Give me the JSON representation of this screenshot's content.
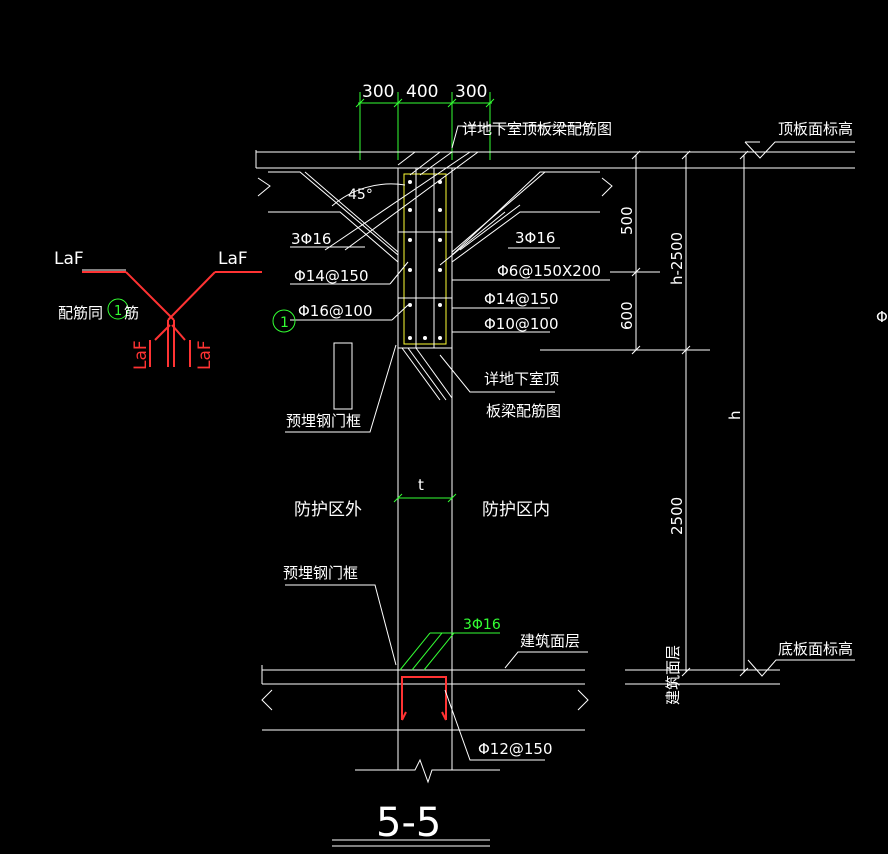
{
  "dims": {
    "d300a": "300",
    "d400": "400",
    "d300b": "300",
    "t": "t",
    "d500": "500",
    "d600": "600",
    "h2500": "h-2500",
    "h": "h",
    "d2500": "2500"
  },
  "labels": {
    "detail_top": "详地下室顶板梁配筋图",
    "top_slab_elev": "顶板面标高",
    "angle": "45°",
    "bar_3phi16_left": "3Φ16",
    "bar_3phi16_right": "3Φ16",
    "bar_phi14_150_left": "Φ14@150",
    "bar_phi6": "Φ6@150X200",
    "bar_phi16_100": "Φ16@100",
    "bar_phi14_150_right": "Φ14@150",
    "bar_phi10_100": "Φ10@100",
    "marker_1": "1",
    "detail_mid_1": "详地下室顶",
    "detail_mid_2": "板梁配筋图",
    "embed_frame_top": "预埋钢门框",
    "outside": "防护区外",
    "inside": "防护区内",
    "embed_frame_bottom": "预埋钢门框",
    "bar_3phi16_bottom": "3Φ16",
    "finish_layer": "建筑面层",
    "bottom_slab_elev": "底板面标高",
    "finish_vertical": "建筑面层",
    "bar_phi12_150": "Φ12@150",
    "section_title": "5-5",
    "edge_symbol": "Φ"
  },
  "legend": {
    "laf_1": "LaF",
    "laf_2": "LaF",
    "laf_3": "LaF",
    "laf_4": "LaF",
    "text_a": "配筋同",
    "marker": "1",
    "text_b": "筋"
  },
  "colors": {
    "line": "#ffffff",
    "dim": "#33ff33",
    "rebar": "#ff3333",
    "accent": "#ffff33"
  }
}
